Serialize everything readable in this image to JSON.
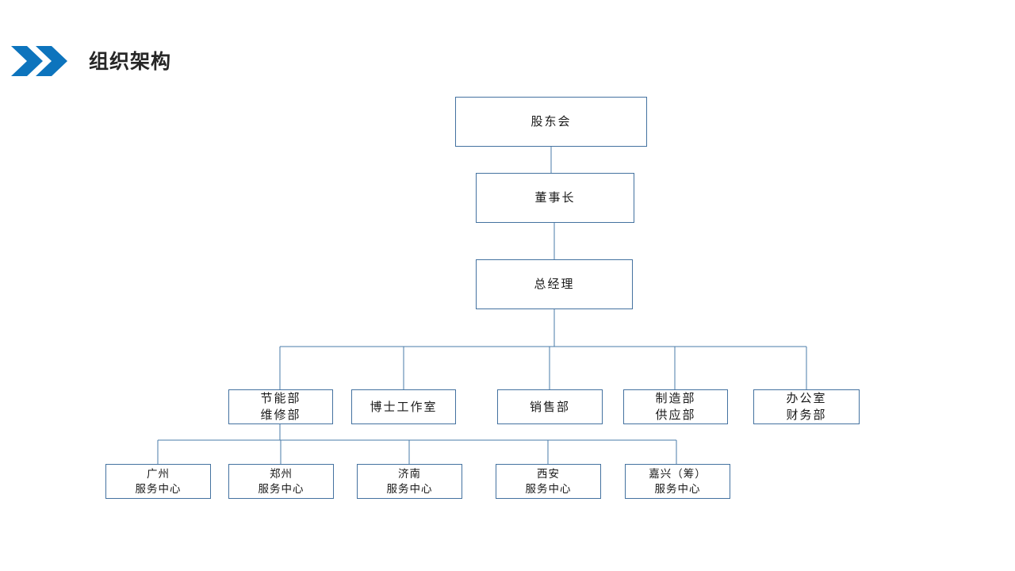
{
  "header": {
    "title": "组织架构",
    "chevron_icon": "double-chevron-right-icon",
    "accent_color": "#0d74bd",
    "title_color": "#262626"
  },
  "style": {
    "node_border_color": "#4472a0",
    "connector_color": "#4a7ba8",
    "node_fill": "#ffffff"
  },
  "chart_data": {
    "type": "org-chart",
    "title": "组织架构",
    "levels": [
      {
        "level": 1,
        "nodes": [
          {
            "id": "shareholders",
            "label": "股东会"
          }
        ]
      },
      {
        "level": 2,
        "nodes": [
          {
            "id": "chairman",
            "label": "董事长"
          }
        ]
      },
      {
        "level": 3,
        "nodes": [
          {
            "id": "general-manager",
            "label": "总经理"
          }
        ]
      },
      {
        "level": 4,
        "nodes": [
          {
            "id": "energy-maintenance",
            "label": "节能部\n维修部"
          },
          {
            "id": "doctor-studio",
            "label": "博士工作室"
          },
          {
            "id": "sales",
            "label": "销售部"
          },
          {
            "id": "manufacturing-supply",
            "label": "制造部\n供应部"
          },
          {
            "id": "office-finance",
            "label": "办公室\n财务部"
          }
        ]
      },
      {
        "level": 5,
        "nodes": [
          {
            "id": "guangzhou",
            "label": "广州\n服务中心"
          },
          {
            "id": "zhengzhou",
            "label": "郑州\n服务中心"
          },
          {
            "id": "jinan",
            "label": "济南\n服务中心"
          },
          {
            "id": "xian",
            "label": "西安\n服务中心"
          },
          {
            "id": "jiaxing",
            "label": "嘉兴（筹）\n服务中心"
          }
        ]
      }
    ],
    "edges": [
      {
        "from": "shareholders",
        "to": "chairman"
      },
      {
        "from": "chairman",
        "to": "general-manager"
      },
      {
        "from": "general-manager",
        "to": "energy-maintenance"
      },
      {
        "from": "general-manager",
        "to": "doctor-studio"
      },
      {
        "from": "general-manager",
        "to": "sales"
      },
      {
        "from": "general-manager",
        "to": "manufacturing-supply"
      },
      {
        "from": "general-manager",
        "to": "office-finance"
      },
      {
        "from": "energy-maintenance",
        "to": "guangzhou"
      },
      {
        "from": "energy-maintenance",
        "to": "zhengzhou"
      },
      {
        "from": "energy-maintenance",
        "to": "jinan"
      },
      {
        "from": "energy-maintenance",
        "to": "xian"
      },
      {
        "from": "energy-maintenance",
        "to": "jiaxing"
      }
    ]
  }
}
